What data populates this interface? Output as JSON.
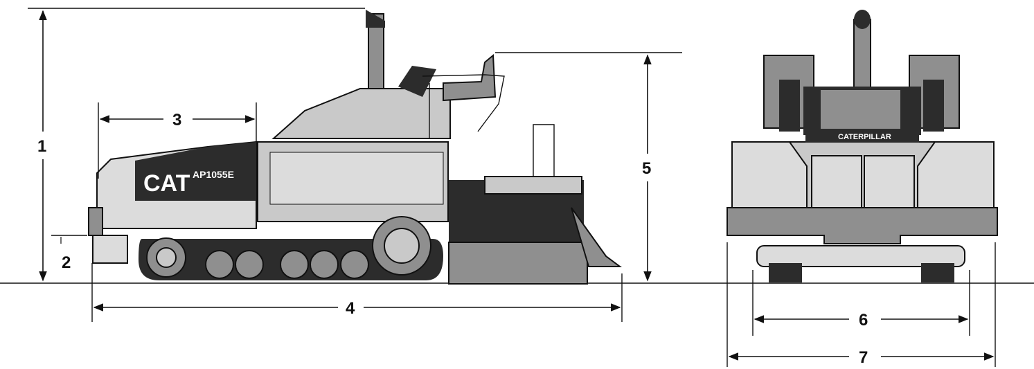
{
  "machine": {
    "brand_logo": "CAT",
    "model": "AP1055E",
    "rear_badge": "CATERPILLAR"
  },
  "dimensions": [
    {
      "id": "1",
      "label": "1"
    },
    {
      "id": "2",
      "label": "2"
    },
    {
      "id": "3",
      "label": "3"
    },
    {
      "id": "4",
      "label": "4"
    },
    {
      "id": "5",
      "label": "5"
    },
    {
      "id": "6",
      "label": "6"
    },
    {
      "id": "7",
      "label": "7"
    }
  ],
  "colors": {
    "body_gray": "#c9c9c9",
    "dark_panel": "#2c2c2c",
    "line": "#111111"
  }
}
